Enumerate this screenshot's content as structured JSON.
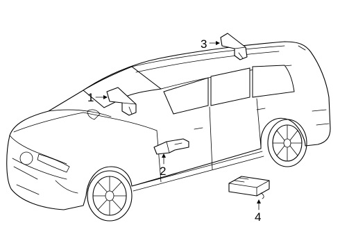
{
  "callouts": [
    {
      "id": "1",
      "label": "1"
    },
    {
      "id": "2",
      "label": "2"
    },
    {
      "id": "3",
      "label": "3"
    },
    {
      "id": "4",
      "label": "4"
    }
  ]
}
